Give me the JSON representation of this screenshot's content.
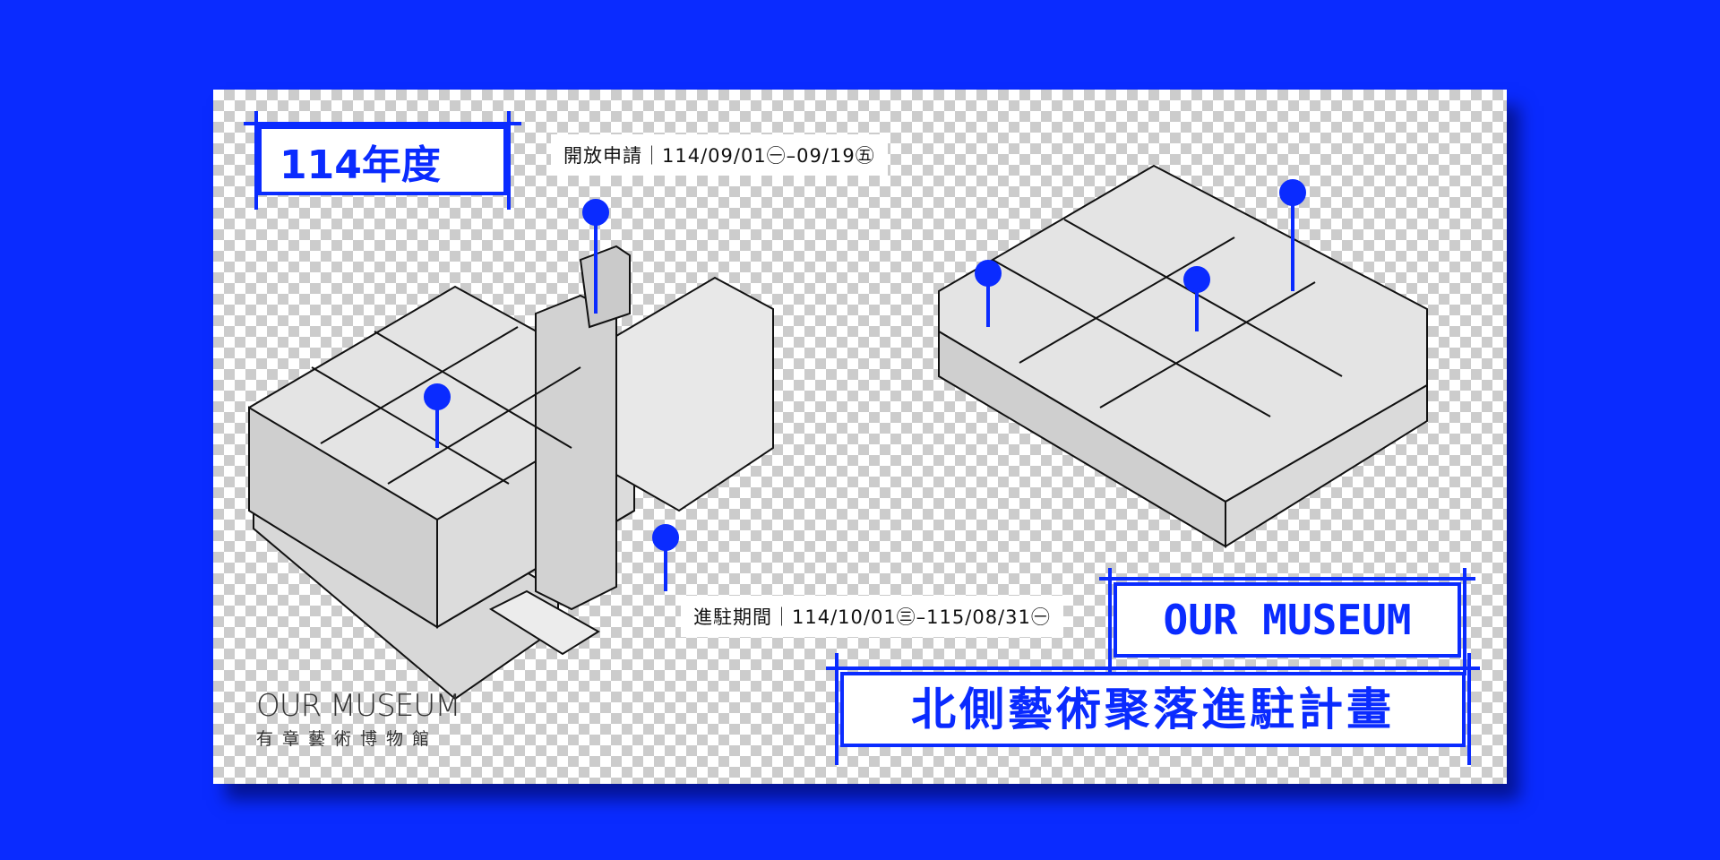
{
  "year_label": "114年度",
  "application_period": "開放申請｜114/09/01㊀–09/19㊄",
  "residency_period": "進駐期間｜114/10/01㊂–115/08/31㊀",
  "title_en": "OUR MUSEUM",
  "title_zh": "北側藝術聚落進駐計畫",
  "logo": {
    "en": "OUR MUSEUM",
    "zh": "有章藝術博物館"
  },
  "colors": {
    "background": "#0a2bff",
    "accent": "#0a2bff"
  }
}
